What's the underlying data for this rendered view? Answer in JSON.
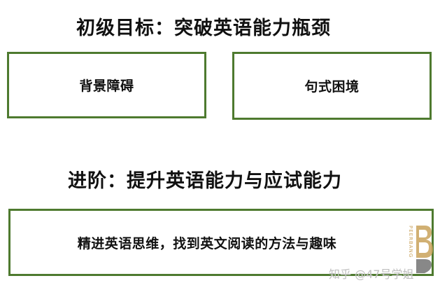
{
  "section1": {
    "title": "初级目标：突破英语能力瓶颈",
    "boxes": [
      "背景障碍",
      "句式困境"
    ]
  },
  "section2": {
    "title": "进阶：提升英语能力与应试能力",
    "box": "精进英语思维，找到英文阅读的方法与趣味"
  },
  "logo": {
    "text": "PEERBANG",
    "color": "#c9a25a"
  },
  "watermark": "知乎 @47号学姐",
  "colors": {
    "border": "#4e7a2f",
    "text": "#111111"
  }
}
